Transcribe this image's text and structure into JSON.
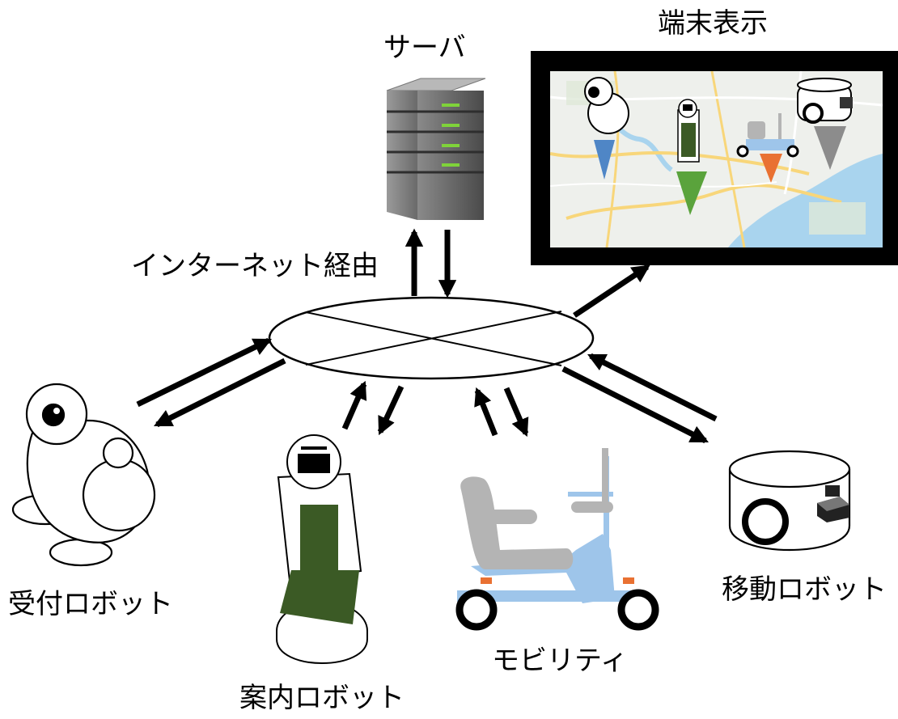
{
  "labels": {
    "server": "サーバ",
    "terminal_display": "端末表示",
    "internet": "インターネット経由",
    "reception_robot": "受付ロボット",
    "guide_robot": "案内ロボット",
    "mobility": "モビリティ",
    "mobile_robot": "移動ロボット"
  },
  "colors": {
    "guide_robot_body": "#3b5a25",
    "mobility_frame": "#9ec5ea",
    "mobility_seat": "#b4b4b4",
    "mobility_accent": "#e97132",
    "server_light": "#7fd33a",
    "marker_blue": "#4f86c6",
    "marker_green": "#5aa33c",
    "marker_orange": "#e97132",
    "marker_gray": "#8c8c8c",
    "map_land": "#eef0ec",
    "map_water": "#a9d4ee",
    "map_road": "#f8d67a"
  }
}
